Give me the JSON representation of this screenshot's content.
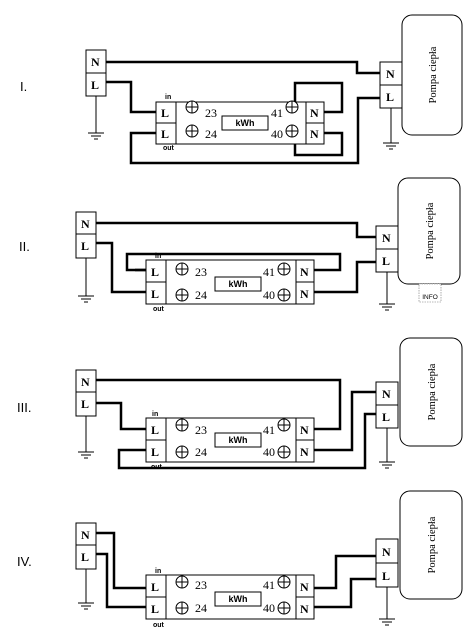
{
  "labels": {
    "in": "in",
    "out": "out",
    "L": "L",
    "N": "N",
    "kwh": "kWh",
    "t23": "23",
    "t24": "24",
    "t41": "41",
    "t40": "40"
  },
  "diagrams": [
    {
      "roman": "I.",
      "pump": "Pompa ciepła"
    },
    {
      "roman": "II.",
      "pump": "Pompa ciepła",
      "watermark": "INFO"
    },
    {
      "roman": "III.",
      "pump": "Pompa ciepła"
    },
    {
      "roman": "IV.",
      "pump": "Pompa ciepła"
    }
  ]
}
